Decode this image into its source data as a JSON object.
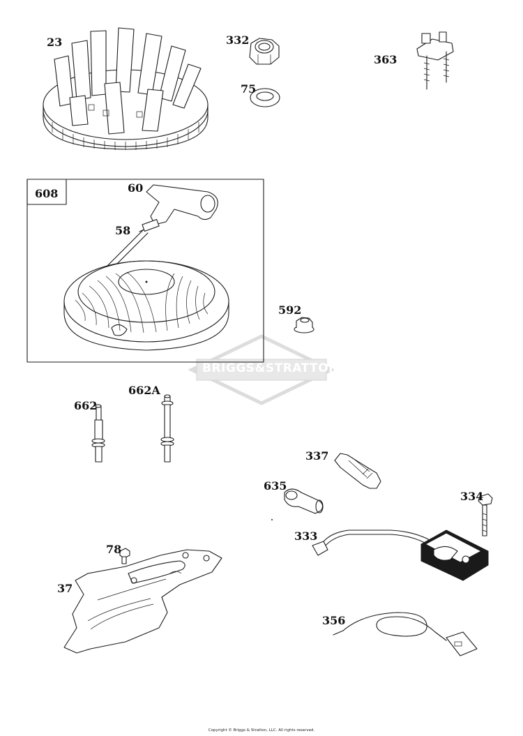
{
  "parts": {
    "p23": "23",
    "p332": "332",
    "p75": "75",
    "p363": "363",
    "p608": "608",
    "p60": "60",
    "p58": "58",
    "p592": "592",
    "p662": "662",
    "p662A": "662A",
    "p337": "337",
    "p635": "635",
    "p334": "334",
    "p333": "333",
    "p78": "78",
    "p37": "37",
    "p356": "356"
  },
  "watermark": "BRIGGS&STRATTON",
  "copyright": "Copyright © Briggs & Stratton, LLC. All rights reserved.",
  "colors": {
    "line": "#1a1a1a",
    "watermark": "#d9d9d9",
    "coil": "#1a1a1a"
  }
}
